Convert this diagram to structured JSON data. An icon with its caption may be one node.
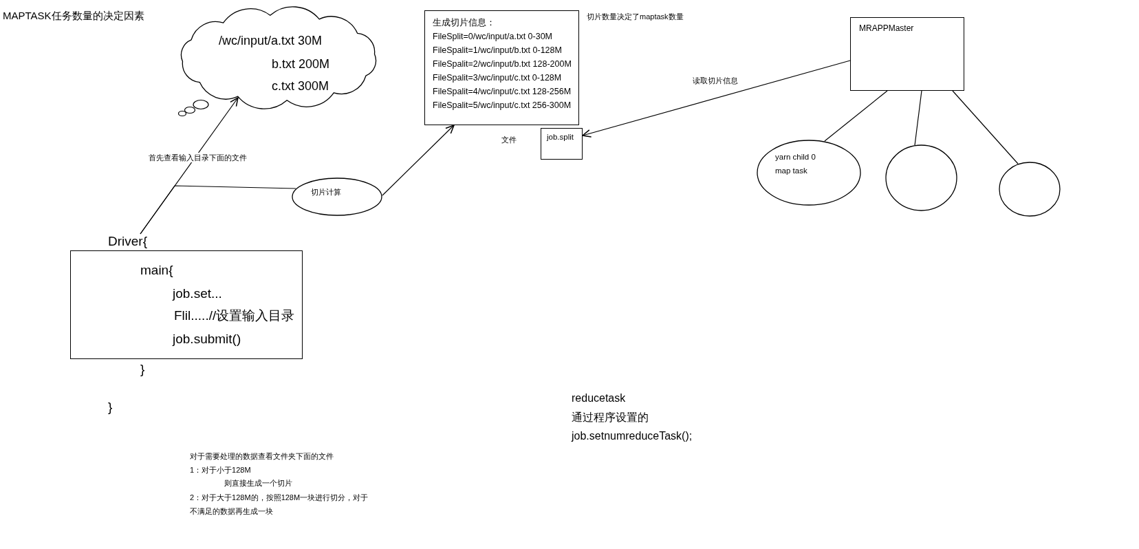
{
  "diagram": {
    "title": "MAPTASK任务数量的决定因素",
    "nodes": [
      {
        "text": [
          "/wc/input/a.txt 30M",
          "b.txt 200M",
          "c.txt 300M"
        ]
      },
      {
        "text": [
          "生成切片信息：",
          "FileSplit=0/wc/input/a.txt 0-30M",
          "FileSpalit=1/wc/input/b.txt 0-128M",
          "FileSpalit=2/wc/input/b.txt 128-200M",
          "FileSpalit=3/wc/input/c.txt 0-128M",
          "FileSpalit=4/wc/input/c.txt 128-256M",
          "FileSpalit=5/wc/input/c.txt 256-300M"
        ]
      },
      {
        "text": [
          "MRAPPMaster"
        ]
      },
      {
        "text": [
          "job.split"
        ]
      },
      {
        "text": [
          "yarn child 0",
          "map task"
        ]
      },
      {
        "text": [],
        "shape": "circle"
      },
      {
        "text": [],
        "shape": "circle"
      },
      {
        "text": [
          "切片计算"
        ]
      },
      {
        "text": [
          "Driver{",
          "main{",
          "job.set...",
          "Flil.....//设置输入目录",
          "job.submit()"
        ],
        "beside": [
          "}",
          "}"
        ]
      }
    ],
    "edges": [
      {
        "from": 8,
        "to": 0,
        "arrow": "to",
        "label": "首先查看输入目录下面的文件"
      },
      {
        "from": 8,
        "to": 7,
        "arrow": "none"
      },
      {
        "from": 7,
        "to": 1,
        "arrow": "to"
      },
      {
        "from": 2,
        "to": 3,
        "arrow": "to",
        "label": "读取切片信息"
      },
      {
        "from": 2,
        "to": 4,
        "arrow": "none"
      },
      {
        "from": 2,
        "to": 5,
        "arrow": "none"
      },
      {
        "from": 2,
        "to": 6,
        "arrow": "none"
      }
    ],
    "labels": [
      "切片数量决定了maptask数量",
      "文件",
      "reducetask",
      "通过程序设置的",
      "job.setnumreduceTask();",
      "对于需要处理的数据查看文件夹下面的文件",
      "1：对于小于128M",
      "则直接生成一个切片",
      "2：对于大于128M的，按照128M一块进行切分，对于不满足的数据再生成一块"
    ]
  }
}
